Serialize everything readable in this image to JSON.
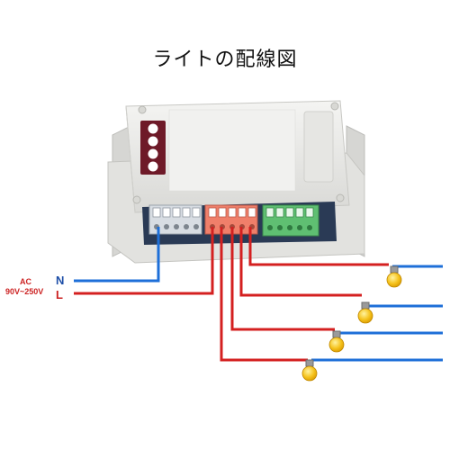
{
  "title": "ライトの配線図",
  "source": {
    "ac_label": "AC",
    "voltage_label": "90V~250V",
    "neutral_label": "N",
    "live_label": "L"
  },
  "colors": {
    "neutral_wire": "#1e6fd8",
    "live_wire": "#d42020",
    "bulb_glass": "#f5c21b",
    "housing": "#ececea",
    "terminal_left": "#d8dde3",
    "terminal_mid": "#f07f6a",
    "terminal_right": "#5fbf72",
    "neutral_label_color": "#1e4fa8",
    "live_label_color": "#cc2222"
  },
  "components": {
    "relay_channels": 4,
    "lamps": 4
  }
}
